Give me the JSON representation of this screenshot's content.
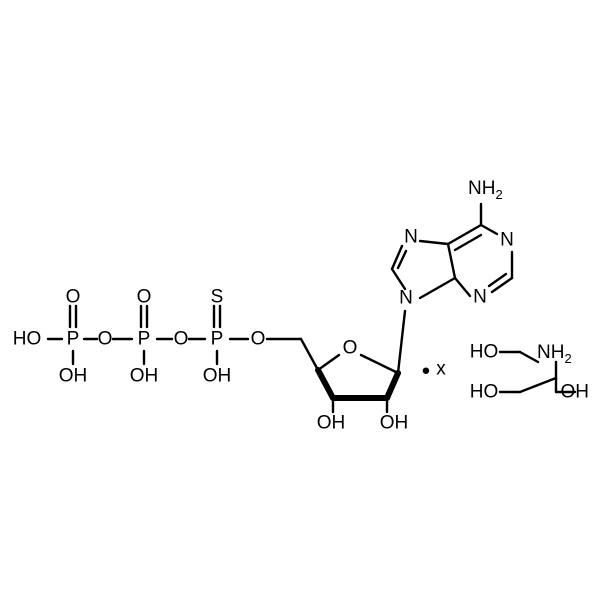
{
  "atoms": {
    "ho_left": "HO",
    "p1": "P",
    "p2": "P",
    "p3": "P",
    "o_p1_top": "O",
    "o_p2_top": "O",
    "s_p3_top": "S",
    "oh_p1": "OH",
    "oh_p2": "OH",
    "oh_p3": "OH",
    "o_bridge_1": "O",
    "o_bridge_2": "O",
    "o_bridge_3": "O",
    "o_ring": "O",
    "oh_c3": "OH",
    "oh_c2": "OH",
    "n_nh2": "NH",
    "n_nh2_sub": "2",
    "n7": "N",
    "n1": "N",
    "n3": "N",
    "n9": "N",
    "salt_dot": "•",
    "salt_x": "x",
    "tris_ho_top": "HO",
    "tris_ho_bottom": "HO",
    "tris_oh_right": "OH",
    "tris_nh": "NH",
    "tris_nh_sub": "2"
  }
}
